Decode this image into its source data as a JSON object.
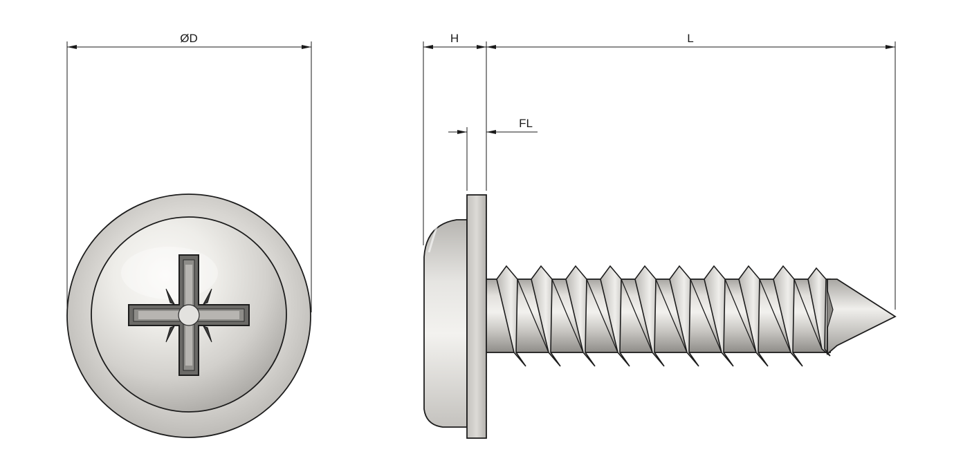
{
  "dimensions": {
    "diameter_label": "ØD",
    "head_height_label": "H",
    "flange_label": "FL",
    "length_label": "L"
  },
  "colors": {
    "metal_light": "#f4f3f1",
    "metal_mid": "#cfcdc9",
    "metal_dark": "#9a9894",
    "outline": "#1c1c1c",
    "dimension_line": "#1a1a1a"
  },
  "views": {
    "front": "head-end-view",
    "side": "side-profile-view"
  },
  "recess_icon": "pozi-drive-icon"
}
